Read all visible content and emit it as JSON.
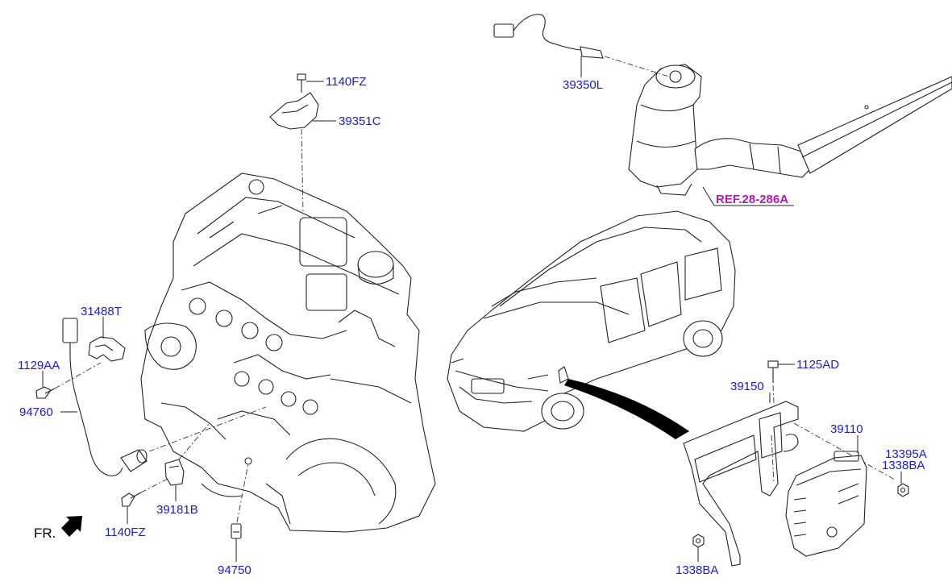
{
  "colors": {
    "part_number": "#1a1ad8",
    "reference": "#b21ab2",
    "line_art": "#222222"
  },
  "labels": {
    "p_1140FZ_top": "1140FZ",
    "p_39351C": "39351C",
    "p_39350L": "39350L",
    "p_ref": "REF.28-286A",
    "p_31488T": "31488T",
    "p_1129AA": "1129AA",
    "p_94760": "94760",
    "p_39181B": "39181B",
    "p_1140FZ_bottom": "1140FZ",
    "p_94750": "94750",
    "p_1125AD": "1125AD",
    "p_39150": "39150",
    "p_39110": "39110",
    "p_13395A": "13395A",
    "p_1338BA_right": "1338BA",
    "p_1338BA_bottom": "1338BA",
    "fr": "FR."
  },
  "icons": {
    "front_arrow": "arrow-down-left-icon"
  }
}
